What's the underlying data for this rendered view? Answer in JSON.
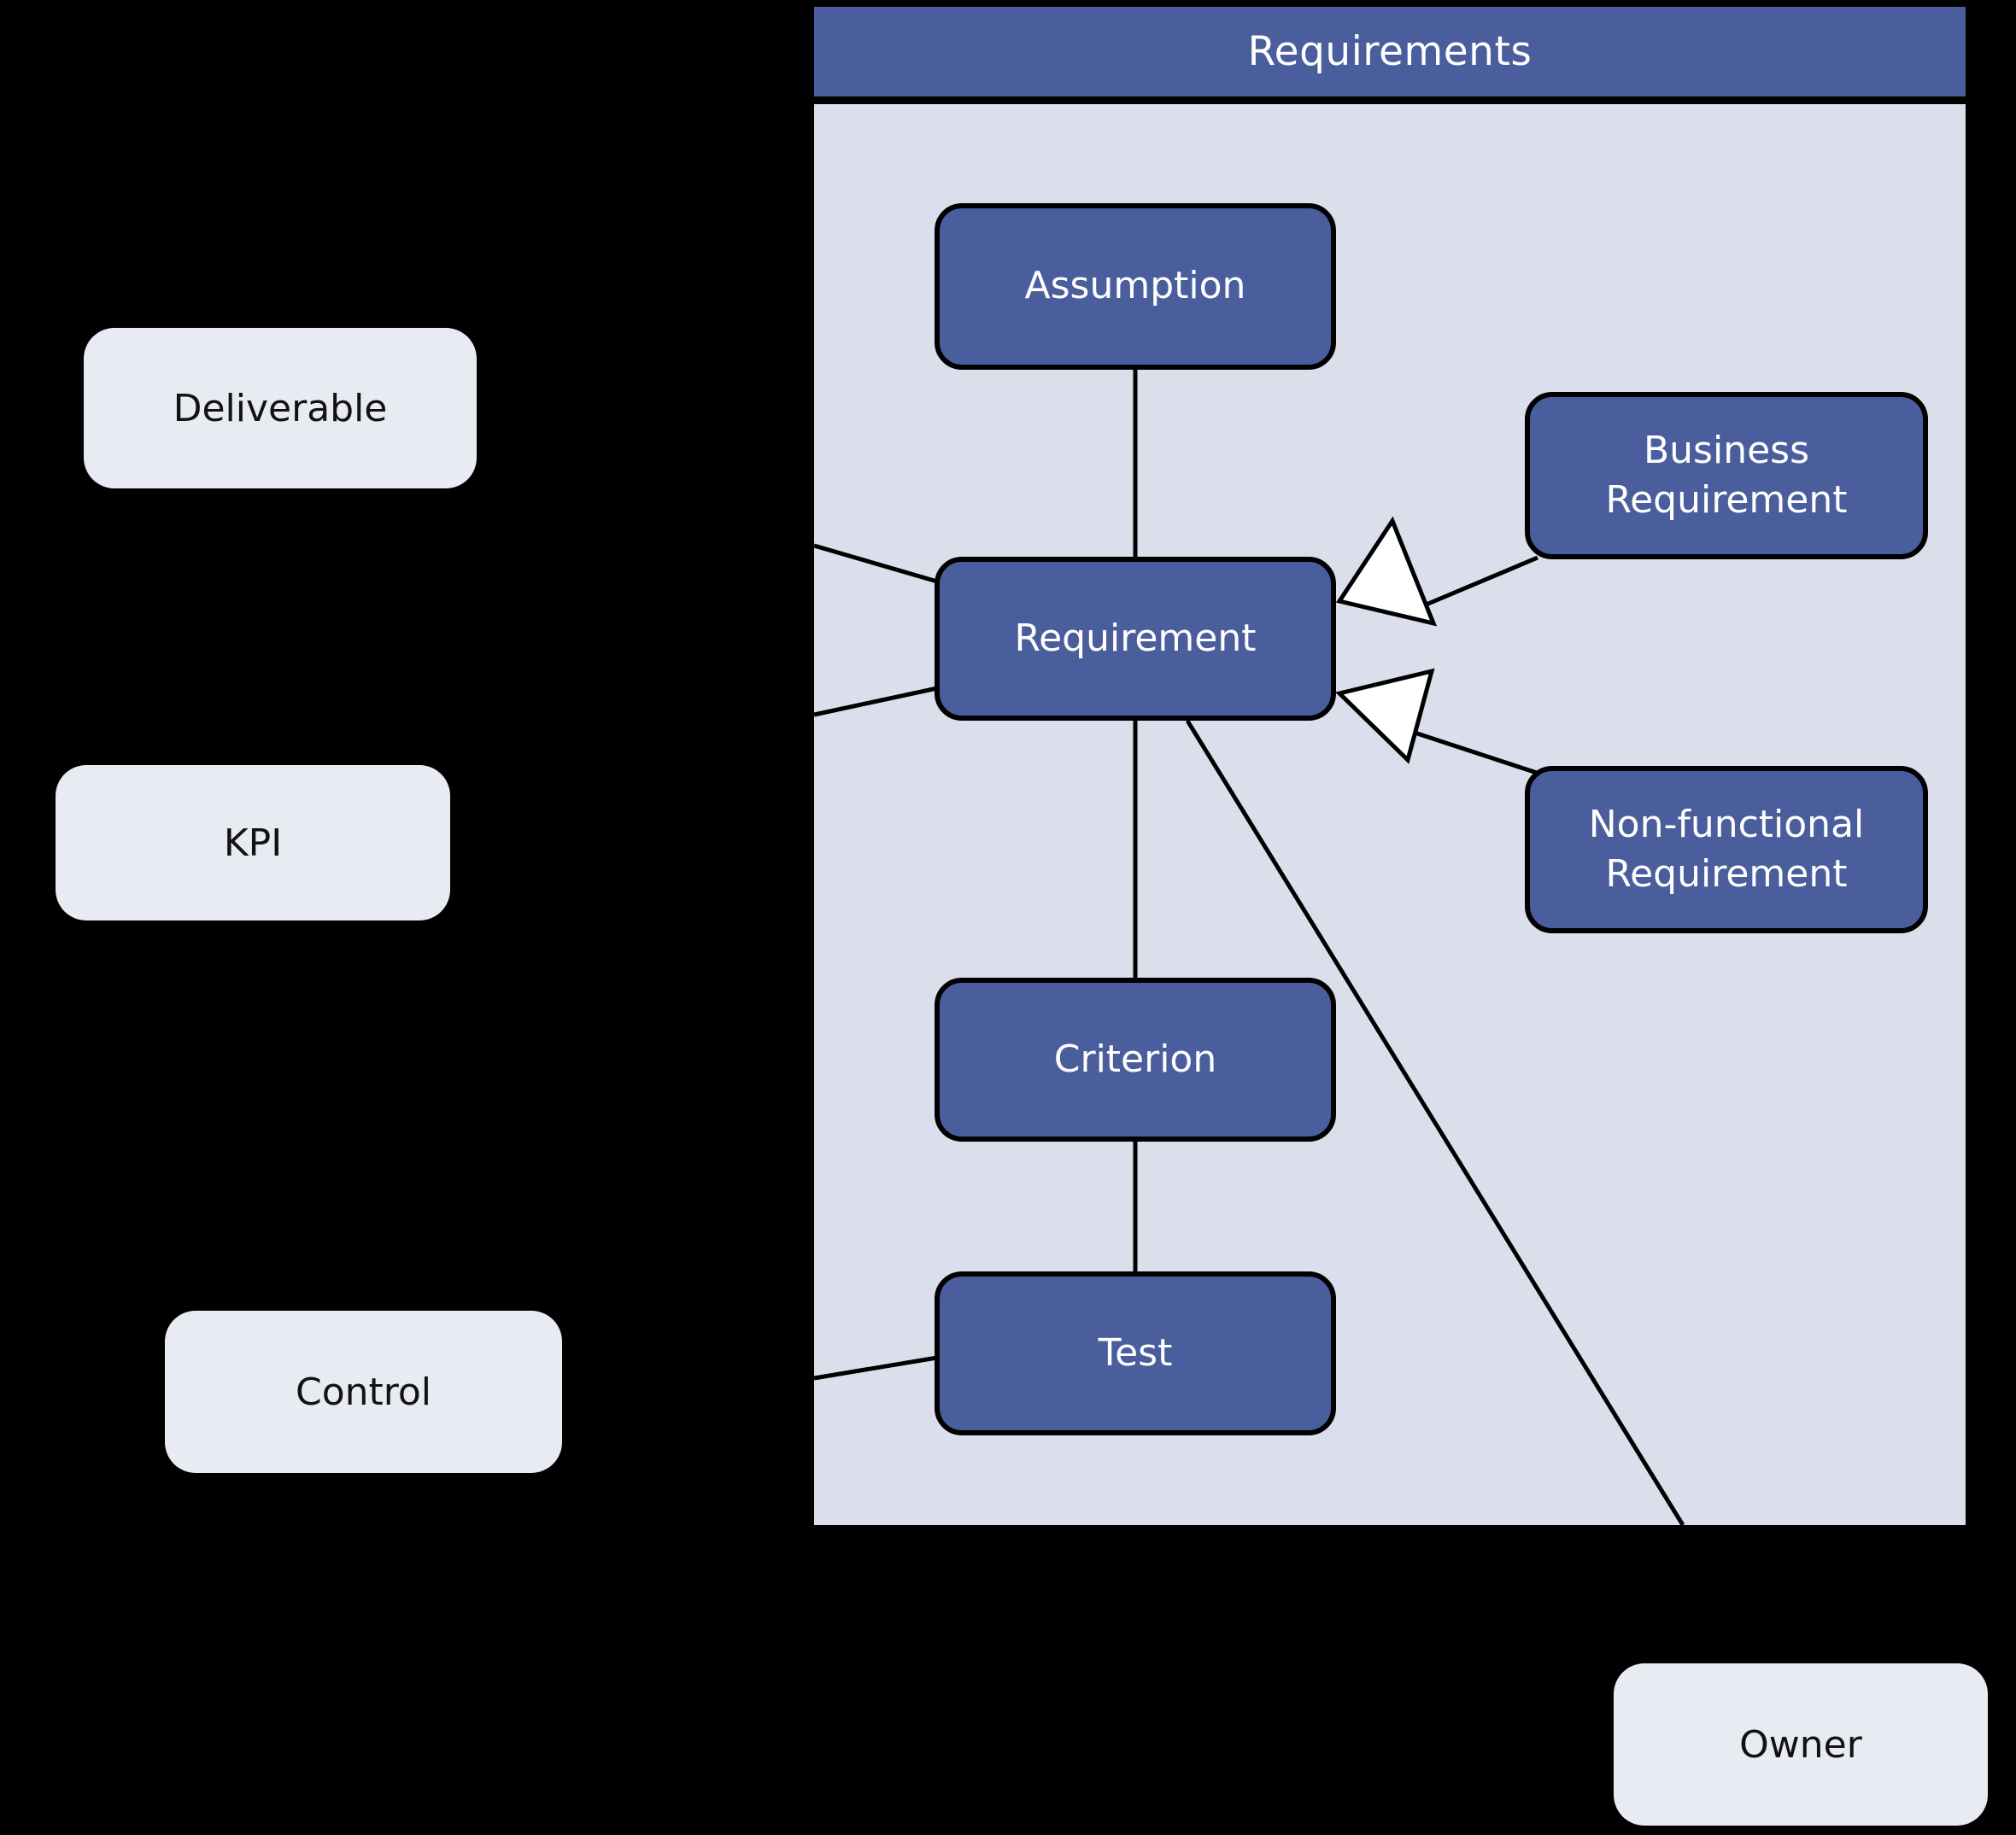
{
  "diagram": {
    "background_color": "#000000",
    "container": {
      "title": "Requirements",
      "header_color": "#4a5e9d",
      "body_color": "#dbdfeb",
      "divider_color": "#000000"
    },
    "colors": {
      "class_node_fill": "#4a5e9d",
      "class_node_text": "#ffffff",
      "class_node_border": "#000000",
      "external_node_fill": "#e9ebf2",
      "external_node_text": "#121212",
      "connector_color": "#000000",
      "generalization_arrowhead_fill": "#ffffff"
    },
    "nodes": {
      "assumption": {
        "label": "Assumption"
      },
      "requirement": {
        "label": "Requirement"
      },
      "business_requirement": {
        "label": "Business Requirement"
      },
      "nonfunctional_requirement": {
        "label": "Non-functional Requirement"
      },
      "criterion": {
        "label": "Criterion"
      },
      "test": {
        "label": "Test"
      },
      "deliverable": {
        "label": "Deliverable"
      },
      "kpi": {
        "label": "KPI"
      },
      "control": {
        "label": "Control"
      },
      "owner": {
        "label": "Owner"
      }
    },
    "edges": [
      {
        "from": "Assumption",
        "to": "Requirement",
        "type": "association"
      },
      {
        "from": "Deliverable",
        "to": "Requirement",
        "type": "association"
      },
      {
        "from": "KPI",
        "to": "Requirement",
        "type": "association"
      },
      {
        "from": "Business Requirement",
        "to": "Requirement",
        "type": "generalization"
      },
      {
        "from": "Non-functional Requirement",
        "to": "Requirement",
        "type": "generalization"
      },
      {
        "from": "Requirement",
        "to": "Criterion",
        "type": "association"
      },
      {
        "from": "Criterion",
        "to": "Test",
        "type": "association"
      },
      {
        "from": "Control",
        "to": "Test",
        "type": "association"
      },
      {
        "from": "Requirement",
        "to": "Owner",
        "type": "association"
      }
    ]
  }
}
